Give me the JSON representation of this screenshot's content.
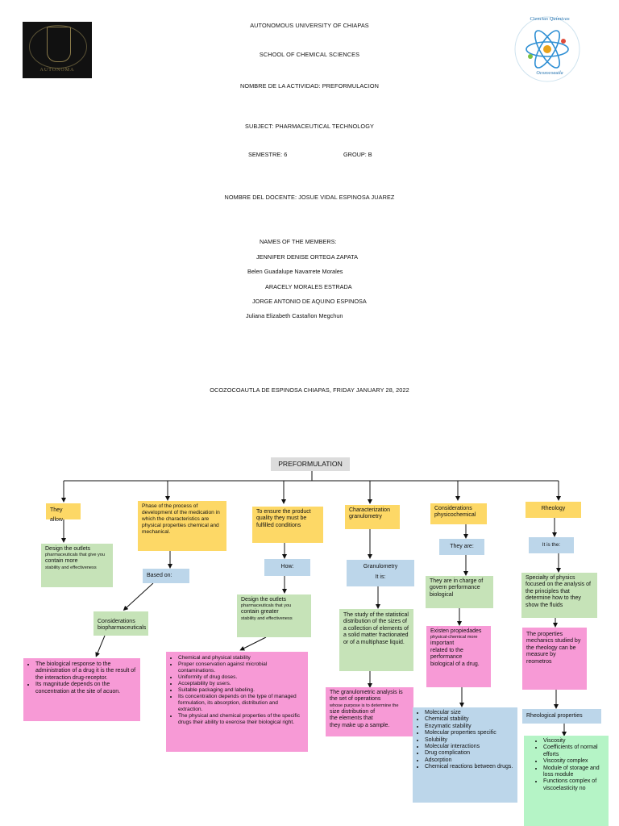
{
  "header": {
    "university": "AUTONOMOUS UNIVERSITY OF CHIAPAS",
    "school": "SCHOOL OF CHEMICAL SCIENCES",
    "activity": "NOMBRE DE LA ACTIVIDAD: PREFORMULACION",
    "subject": "SUBJECT: PHARMACEUTICAL TECHNOLOGY",
    "semester": "SEMESTRE: 6",
    "group": "GROUP: B",
    "teacher": "NOMBRE DEL DOCENTE: JOSUE VIDAL ESPINOSA JUAREZ",
    "members_title": "NAMES OF THE MEMBERS:",
    "members": [
      "JENNIFER DENISE ORTEGA ZAPATA",
      "Belen Guadalupe Navarrete Morales",
      "ARACELY MORALES ESTRADA",
      "JORGE ANTONIO DE AQUINO ESPINOSA",
      "Juliana Elizabeth Castañon Megchun"
    ],
    "place_date": "OCOZOCOAUTLA DE ESPINOSA CHIAPAS, FRIDAY JANUARY 28, 2022"
  },
  "logos": {
    "left_text": "AUTONOMA",
    "right_top": "Ciencias Químicas",
    "right_bottom": "Ocozocoautla"
  },
  "map": {
    "root": "PREFORMULATION",
    "col1": {
      "head": "They allow",
      "box1_a": "Design the outlets",
      "box1_b": "pharmaceuticals that give you",
      "box1_c": "contain more",
      "box1_d": "stability and effectiveness",
      "box2": "Considerations biopharmaceuticals",
      "list": [
        "The biological response to the administration of a drug it is the result of the interaction drug-receptor.",
        "Its magnitude depends on the concentration at the site of acuon."
      ]
    },
    "col2": {
      "head": "Phase of the process of development of the medication in which the characteristics are physical properties chemical and mechanical.",
      "based": "Based on:",
      "list": [
        "Chemical and physical stability",
        "Proper conservation against microbial contaminations.",
        "Uniformity of drug doses.",
        "Acceptability by users.",
        "Suitable packaging and labeling.",
        "Its concentration depends on the type of managed formulation, its absorption, distribution and extraction.",
        "The physical and chemical properties of the specific drugs their ability to exercise their biological right."
      ]
    },
    "col3": {
      "head": "To ensure the product quality they must be fulfilled conditions",
      "how": "How:",
      "box_a": "Design the outlets",
      "box_b": "pharmaceuticals that you",
      "box_c": "contain greater",
      "box_d": "stability and effectiveness"
    },
    "col4": {
      "head": "Characterization granulometry",
      "gran": "Granulometry",
      "itis": "It is:",
      "study": "The study of the statistical distribution of the sizes of a collection of elements of a solid matter fractionated or of a multiphase liquid.",
      "analysis_a": "The granulometric analysis is",
      "analysis_b": "the set of operations",
      "analysis_c": "whose purpose is to determine the",
      "analysis_d": "size distribution of",
      "analysis_e": "the elements that",
      "analysis_f": "they make up a sample."
    },
    "col5": {
      "head": "Considerations physicochemical",
      "theyare": "They are:",
      "charge": "They are in charge of govern performance biological",
      "props_a": "Existen propiedades",
      "props_b": "physical-chemical more",
      "props_c": "important",
      "props_d": "related to the performance biological of a drug.",
      "list": [
        "Molecular size",
        "Chemical stability",
        "Enzymatic stability",
        "Molecular properties specific",
        "Solubility",
        "Molecular interactions",
        "Drug complication",
        "Adsorption",
        "Chemical reactions between drugs."
      ]
    },
    "col6": {
      "head": "Rheology",
      "itis": "It is the:",
      "specialty": "Specialty of physics focused on the analysis of the principles that determine how to they show the fluids",
      "props": "The properties mechanics studied by the rheology can be measure by reometros",
      "rheo": "Rheological properties",
      "list": [
        "Viscosity",
        "Coefficients of normal efforts",
        "Viscosity complex",
        "Module of storage and loss module",
        "Functions complex of viscoelasticity no"
      ]
    }
  }
}
